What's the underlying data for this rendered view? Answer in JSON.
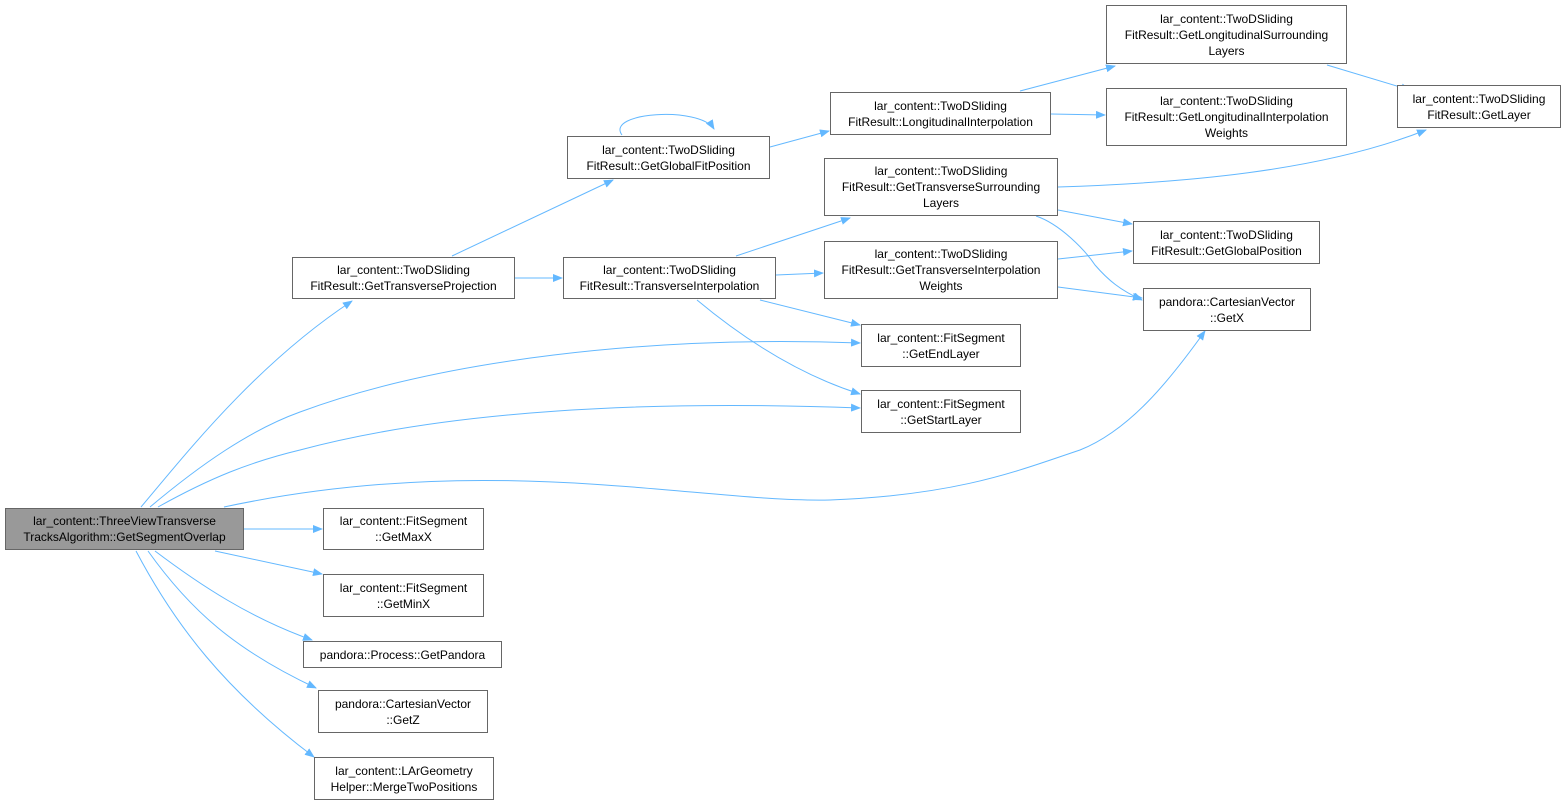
{
  "diagram": {
    "edge_color": "#63b8ff",
    "root_fill": "#999999",
    "nodes": {
      "root": {
        "lines": [
          "lar_content::ThreeViewTransverse",
          "TracksAlgorithm::GetSegmentOverlap"
        ]
      },
      "get_transverse_projection": {
        "lines": [
          "lar_content::TwoDSliding",
          "FitResult::GetTransverseProjection"
        ]
      },
      "get_global_fit_position": {
        "lines": [
          "lar_content::TwoDSliding",
          "FitResult::GetGlobalFitPosition"
        ]
      },
      "transverse_interpolation": {
        "lines": [
          "lar_content::TwoDSliding",
          "FitResult::TransverseInterpolation"
        ]
      },
      "longitudinal_interpolation": {
        "lines": [
          "lar_content::TwoDSliding",
          "FitResult::LongitudinalInterpolation"
        ]
      },
      "get_transverse_surrounding_layers": {
        "lines": [
          "lar_content::TwoDSliding",
          "FitResult::GetTransverseSurrounding",
          "Layers"
        ]
      },
      "get_transverse_interpolation_weights": {
        "lines": [
          "lar_content::TwoDSliding",
          "FitResult::GetTransverseInterpolation",
          "Weights"
        ]
      },
      "get_longitudinal_surrounding_layers": {
        "lines": [
          "lar_content::TwoDSliding",
          "FitResult::GetLongitudinalSurrounding",
          "Layers"
        ]
      },
      "get_longitudinal_interpolation_weights": {
        "lines": [
          "lar_content::TwoDSliding",
          "FitResult::GetLongitudinalInterpolation",
          "Weights"
        ]
      },
      "get_layer": {
        "lines": [
          "lar_content::TwoDSliding",
          "FitResult::GetLayer"
        ]
      },
      "get_global_position": {
        "lines": [
          "lar_content::TwoDSliding",
          "FitResult::GetGlobalPosition"
        ]
      },
      "cartesian_get_x": {
        "lines": [
          "pandora::CartesianVector",
          "::GetX"
        ]
      },
      "get_end_layer": {
        "lines": [
          "lar_content::FitSegment",
          "::GetEndLayer"
        ]
      },
      "get_start_layer": {
        "lines": [
          "lar_content::FitSegment",
          "::GetStartLayer"
        ]
      },
      "get_max_x": {
        "lines": [
          "lar_content::FitSegment",
          "::GetMaxX"
        ]
      },
      "get_min_x": {
        "lines": [
          "lar_content::FitSegment",
          "::GetMinX"
        ]
      },
      "get_pandora": {
        "lines": [
          "pandora::Process::GetPandora"
        ]
      },
      "cartesian_get_z": {
        "lines": [
          "pandora::CartesianVector",
          "::GetZ"
        ]
      },
      "merge_two_positions": {
        "lines": [
          "lar_content::LArGeometry",
          "Helper::MergeTwoPositions"
        ]
      }
    },
    "edges": [
      [
        "root",
        "get_transverse_projection"
      ],
      [
        "root",
        "get_end_layer"
      ],
      [
        "root",
        "get_start_layer"
      ],
      [
        "root",
        "cartesian_get_x"
      ],
      [
        "root",
        "get_max_x"
      ],
      [
        "root",
        "get_min_x"
      ],
      [
        "root",
        "get_pandora"
      ],
      [
        "root",
        "cartesian_get_z"
      ],
      [
        "root",
        "merge_two_positions"
      ],
      [
        "get_transverse_projection",
        "get_global_fit_position"
      ],
      [
        "get_transverse_projection",
        "transverse_interpolation"
      ],
      [
        "get_global_fit_position",
        "get_global_fit_position"
      ],
      [
        "get_global_fit_position",
        "longitudinal_interpolation"
      ],
      [
        "longitudinal_interpolation",
        "get_longitudinal_surrounding_layers"
      ],
      [
        "longitudinal_interpolation",
        "get_longitudinal_interpolation_weights"
      ],
      [
        "get_longitudinal_surrounding_layers",
        "get_layer"
      ],
      [
        "transverse_interpolation",
        "get_transverse_surrounding_layers"
      ],
      [
        "transverse_interpolation",
        "get_transverse_interpolation_weights"
      ],
      [
        "transverse_interpolation",
        "get_end_layer"
      ],
      [
        "transverse_interpolation",
        "get_start_layer"
      ],
      [
        "get_transverse_surrounding_layers",
        "get_layer"
      ],
      [
        "get_transverse_surrounding_layers",
        "get_global_position"
      ],
      [
        "get_transverse_surrounding_layers",
        "cartesian_get_x"
      ],
      [
        "get_transverse_interpolation_weights",
        "get_global_position"
      ],
      [
        "get_transverse_interpolation_weights",
        "cartesian_get_x"
      ]
    ]
  }
}
